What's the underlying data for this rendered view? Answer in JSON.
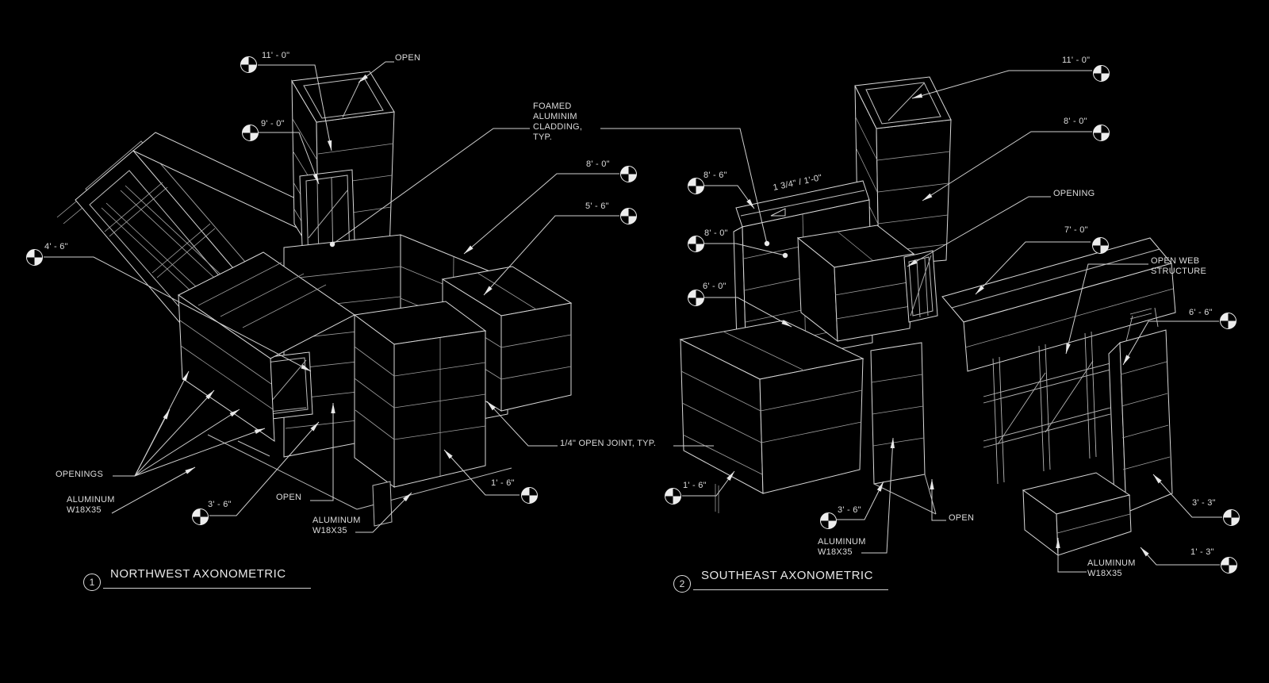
{
  "colors": {
    "background": "#000000",
    "line": "#d8d8d8",
    "text": "#dcdcdc"
  },
  "views": [
    {
      "number": "1",
      "title": "NORTHWEST AXONOMETRIC",
      "labels": {
        "dim_11_0": "11' - 0\"",
        "dim_9_0": "9' - 0\"",
        "open_top": "OPEN",
        "cladding_note": "FOAMED\nALUMINIM\nCLADDING,\nTYP.",
        "dim_8_0": "8' - 0\"",
        "dim_5_6": "5' - 6\"",
        "dim_4_6": "4' - 6\"",
        "openings": "OPENINGS",
        "aluminum_beam_1": "ALUMINUM\nW18X35",
        "dim_3_6": "3' - 6\"",
        "open_bottom": "OPEN",
        "aluminum_beam_2": "ALUMINUM\nW18X35",
        "open_joint_note": "1/4\" OPEN JOINT, TYP.",
        "dim_1_6": "1' - 6\""
      }
    },
    {
      "number": "2",
      "title": "SOUTHEAST AXONOMETRIC",
      "labels": {
        "dim_11_0": "11' - 0\"",
        "dim_8_0_upper": "8' - 0\"",
        "dim_8_6": "8' - 6\"",
        "slope_note": "1 3/4\" / 1'-0\"",
        "dim_8_0": "8' - 0\"",
        "dim_6_0": "6' - 0\"",
        "opening": "OPENING",
        "dim_7_0": "7' - 0\"",
        "open_web_note": "OPEN WEB\nSTRUCTURE",
        "dim_6_6": "6' - 6\"",
        "dim_3_3": "3' - 3\"",
        "dim_1_3": "1' - 3\"",
        "dim_1_6": "1' - 6\"",
        "dim_3_6": "3' - 6\"",
        "open": "OPEN",
        "aluminum_beam_1": "ALUMINUM\nW18X35",
        "aluminum_beam_2": "ALUMINUM\nW18X35"
      }
    }
  ]
}
